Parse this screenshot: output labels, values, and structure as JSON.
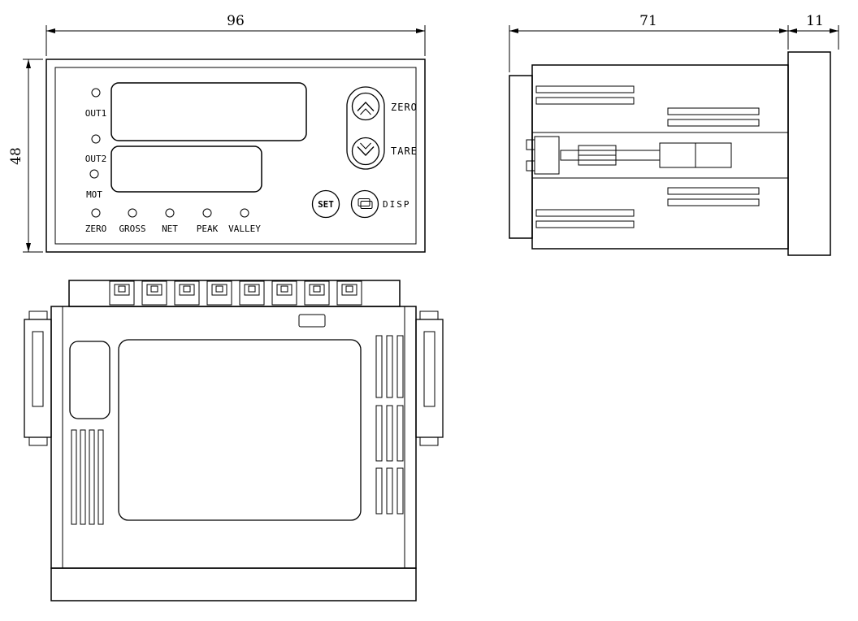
{
  "front_view": {
    "dim_width": "96",
    "dim_height": "48",
    "led_out1": "OUT1",
    "led_out2": "OUT2",
    "led_mot": "MOT",
    "status_leds": [
      "ZERO",
      "GROSS",
      "NET",
      "PEAK",
      "VALLEY"
    ],
    "btn_zero": "ZERO",
    "btn_tare": "TARE",
    "btn_set": "SET",
    "btn_disp": "DISP"
  },
  "side_view": {
    "dim_depth": "71",
    "dim_bezel": "11"
  },
  "colors": {
    "line": "#000000",
    "background": "#ffffff"
  }
}
